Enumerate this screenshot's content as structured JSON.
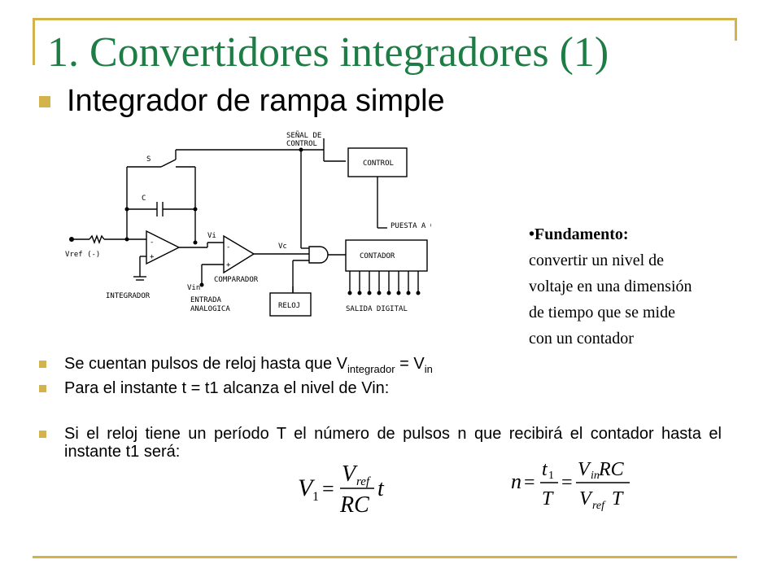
{
  "slide": {
    "title": "1. Convertidores integradores (1)",
    "subtitle": "Integrador de rampa simple"
  },
  "circuit": {
    "labels": {
      "senal": "SEÑAL DE",
      "control_signal": "CONTROL",
      "switch": "S",
      "capacitor": "C",
      "vi": "Vi",
      "vc": "Vc",
      "vref": "Vref (-)",
      "integrador": "INTEGRADOR",
      "comparador": "COMPARADOR",
      "vin": "Vin",
      "entrada": "ENTRADA",
      "analogica": "ANALOGICA",
      "reloj": "RELOJ",
      "control_block": "CONTROL",
      "puesta": "PUESTA A CERO",
      "contador": "CONTADOR",
      "salida": "SALIDA DIGITAL",
      "minus": "-",
      "plus": "+"
    }
  },
  "fundamento": {
    "heading": "•Fundamento:",
    "lines": [
      "convertir un nivel de",
      "voltaje en una dimensión",
      "de tiempo que se mide",
      "con un contador"
    ]
  },
  "bullets": {
    "b1_pre": "Se cuentan pulsos de reloj hasta que V",
    "b1_sub1": "integrador",
    "b1_mid": " = V",
    "b1_sub2": "in",
    "b2": "Para el instante t = t1 alcanza el nivel de Vin:",
    "b3": "Si el reloj tiene un período T el número de pulsos n que recibirá el contador hasta el instante t1 será:"
  },
  "equations": {
    "eq1": {
      "lhs": "V",
      "lhs_sub": "1",
      "eq": "=",
      "num": "V",
      "num_sub": "ref",
      "den": "RC",
      "tail": "t"
    },
    "eq2": {
      "lhs": "n",
      "eq1": "=",
      "num1": "t",
      "num1_sub": "1",
      "den1": "T",
      "eq2": "=",
      "num2": "V",
      "num2_sub": "in",
      "num2_tail": "RC",
      "den2": "V",
      "den2_sub": "ref",
      "den2_tail": "T"
    }
  }
}
